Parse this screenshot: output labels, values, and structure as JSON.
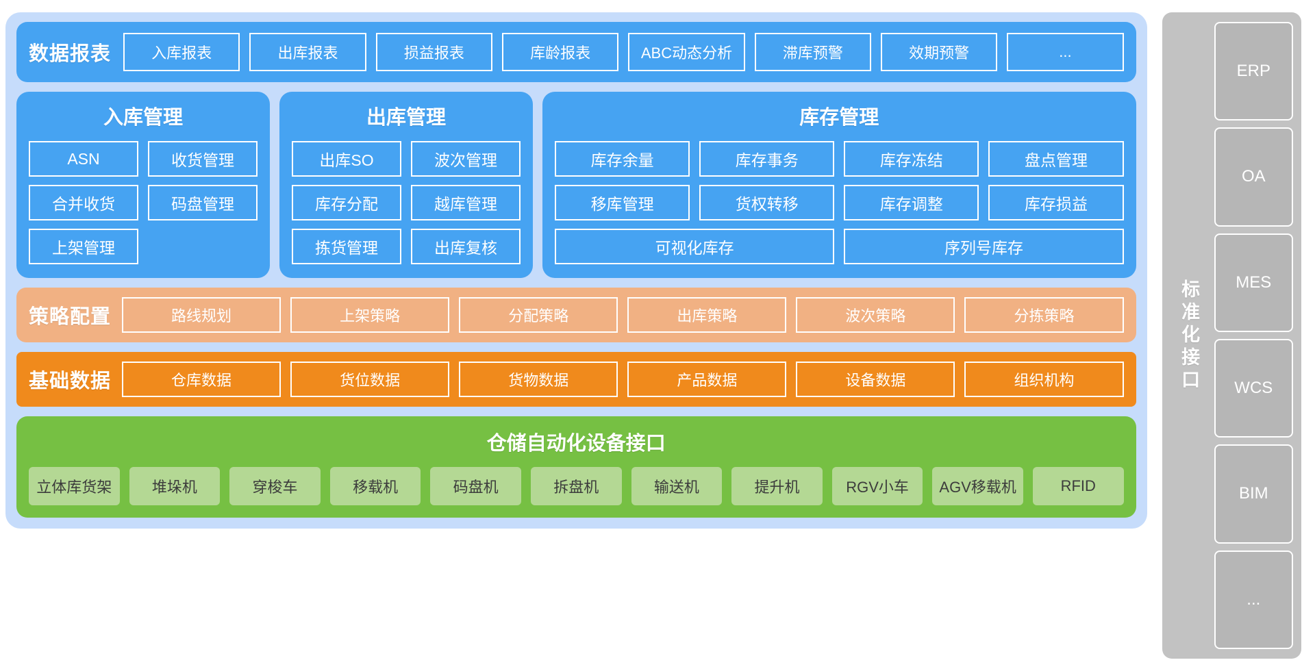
{
  "report_band": {
    "title": "数据报表",
    "chips": [
      "入库报表",
      "出库报表",
      "损益报表",
      "库龄报表",
      "ABC动态分析",
      "滞库预警",
      "效期预警",
      "..."
    ]
  },
  "modules": [
    {
      "title": "入库管理",
      "cells": [
        "ASN",
        "收货管理",
        "合并收货",
        "码盘管理",
        "上架管理",
        ""
      ]
    },
    {
      "title": "出库管理",
      "cells": [
        "出库SO",
        "波次管理",
        "库存分配",
        "越库管理",
        "拣货管理",
        "出库复核"
      ]
    },
    {
      "title": "库存管理",
      "cells": [
        "库存余量",
        "库存事务",
        "库存冻结",
        "盘点管理",
        "移库管理",
        "货权转移",
        "库存调整",
        "库存损益"
      ],
      "wide_cells": [
        "可视化库存",
        "序列号库存"
      ]
    }
  ],
  "strategy_band": {
    "title": "策略配置",
    "chips": [
      "路线规划",
      "上架策略",
      "分配策略",
      "出库策略",
      "波次策略",
      "分拣策略"
    ]
  },
  "basedata_band": {
    "title": "基础数据",
    "chips": [
      "仓库数据",
      "货位数据",
      "货物数据",
      "产品数据",
      "设备数据",
      "组织机构"
    ]
  },
  "automation_band": {
    "title": "仓储自动化设备接口",
    "chips": [
      "立体库货架",
      "堆垛机",
      "穿梭车",
      "移载机",
      "码盘机",
      "拆盘机",
      "输送机",
      "提升机",
      "RGV小车",
      "AGV移载机",
      "RFID"
    ]
  },
  "interface_panel": {
    "label": "标准化接口",
    "boxes": [
      "ERP",
      "OA",
      "MES",
      "WCS",
      "BIM",
      "..."
    ]
  },
  "colors": {
    "shell_bg": "#c6dcfb",
    "blue": "#46a3f2",
    "strategy_orange": "#f1b183",
    "base_orange": "#f08a1c",
    "green": "#76c043",
    "green_chip": "#b4d894",
    "gray_panel": "#c2c2c2",
    "gray_box": "#b6b6b6"
  }
}
